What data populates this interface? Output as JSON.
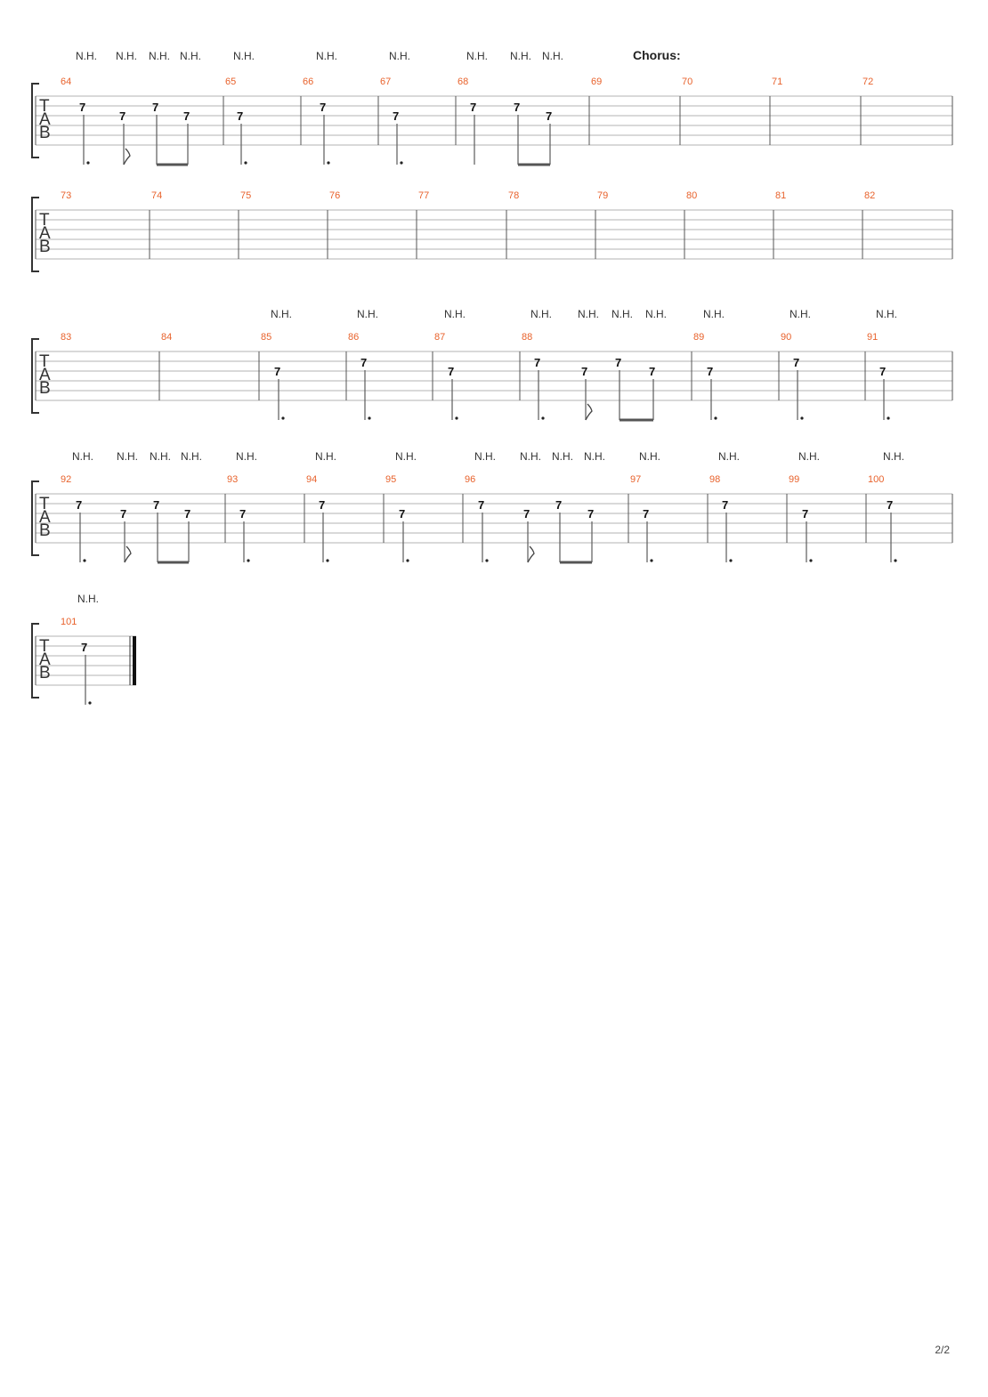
{
  "page": {
    "number": "2/2"
  },
  "tuning_label": [
    "T",
    "A",
    "B"
  ],
  "systems": [
    {
      "section_label": "Chorus:",
      "measures": [
        {
          "number": "64",
          "notes": [
            {
              "fret": "7",
              "nh": true,
              "dur": "qd"
            },
            {
              "fret": "7",
              "nh": true,
              "dur": "e"
            },
            {
              "fret": "7",
              "nh": true,
              "dur": "b"
            },
            {
              "fret": "7",
              "nh": true,
              "dur": "b"
            }
          ]
        },
        {
          "number": "65",
          "notes": [
            {
              "fret": "7",
              "nh": true,
              "dur": "qd"
            }
          ]
        },
        {
          "number": "66",
          "notes": [
            {
              "fret": "7",
              "nh": true,
              "dur": "qd"
            }
          ]
        },
        {
          "number": "67",
          "notes": [
            {
              "fret": "7",
              "nh": true,
              "dur": "qd"
            }
          ]
        },
        {
          "number": "68",
          "notes": [
            {
              "fret": "7",
              "nh": true,
              "dur": "q"
            },
            {
              "fret": "7",
              "nh": true,
              "dur": "b"
            },
            {
              "fret": "7",
              "nh": true,
              "dur": "b"
            }
          ]
        },
        {
          "number": "69",
          "notes": []
        },
        {
          "number": "70",
          "notes": []
        },
        {
          "number": "71",
          "notes": []
        },
        {
          "number": "72",
          "notes": []
        }
      ]
    },
    {
      "section_label": "",
      "measures": [
        {
          "number": "73",
          "notes": []
        },
        {
          "number": "74",
          "notes": []
        },
        {
          "number": "75",
          "notes": []
        },
        {
          "number": "76",
          "notes": []
        },
        {
          "number": "77",
          "notes": []
        },
        {
          "number": "78",
          "notes": []
        },
        {
          "number": "79",
          "notes": []
        },
        {
          "number": "80",
          "notes": []
        },
        {
          "number": "81",
          "notes": []
        },
        {
          "number": "82",
          "notes": []
        }
      ]
    },
    {
      "section_label": "",
      "measures": [
        {
          "number": "83",
          "notes": []
        },
        {
          "number": "84",
          "notes": []
        },
        {
          "number": "85",
          "notes": [
            {
              "fret": "7",
              "nh": true,
              "dur": "qd"
            }
          ]
        },
        {
          "number": "86",
          "notes": [
            {
              "fret": "7",
              "nh": true,
              "dur": "qd"
            }
          ]
        },
        {
          "number": "87",
          "notes": [
            {
              "fret": "7",
              "nh": true,
              "dur": "qd"
            }
          ]
        },
        {
          "number": "88",
          "notes": [
            {
              "fret": "7",
              "nh": true,
              "dur": "qd"
            },
            {
              "fret": "7",
              "nh": true,
              "dur": "e"
            },
            {
              "fret": "7",
              "nh": true,
              "dur": "b"
            },
            {
              "fret": "7",
              "nh": true,
              "dur": "b"
            }
          ]
        },
        {
          "number": "89",
          "notes": [
            {
              "fret": "7",
              "nh": true,
              "dur": "qd"
            }
          ]
        },
        {
          "number": "90",
          "notes": [
            {
              "fret": "7",
              "nh": true,
              "dur": "qd"
            }
          ]
        },
        {
          "number": "91",
          "notes": [
            {
              "fret": "7",
              "nh": true,
              "dur": "qd"
            }
          ]
        }
      ]
    },
    {
      "section_label": "",
      "measures": [
        {
          "number": "92",
          "notes": [
            {
              "fret": "7",
              "nh": true,
              "dur": "qd"
            },
            {
              "fret": "7",
              "nh": true,
              "dur": "e"
            },
            {
              "fret": "7",
              "nh": true,
              "dur": "b"
            },
            {
              "fret": "7",
              "nh": true,
              "dur": "b"
            }
          ]
        },
        {
          "number": "93",
          "notes": [
            {
              "fret": "7",
              "nh": true,
              "dur": "qd"
            }
          ]
        },
        {
          "number": "94",
          "notes": [
            {
              "fret": "7",
              "nh": true,
              "dur": "qd"
            }
          ]
        },
        {
          "number": "95",
          "notes": [
            {
              "fret": "7",
              "nh": true,
              "dur": "qd"
            }
          ]
        },
        {
          "number": "96",
          "notes": [
            {
              "fret": "7",
              "nh": true,
              "dur": "qd"
            },
            {
              "fret": "7",
              "nh": true,
              "dur": "e"
            },
            {
              "fret": "7",
              "nh": true,
              "dur": "b"
            },
            {
              "fret": "7",
              "nh": true,
              "dur": "b"
            }
          ]
        },
        {
          "number": "97",
          "notes": [
            {
              "fret": "7",
              "nh": true,
              "dur": "qd"
            }
          ]
        },
        {
          "number": "98",
          "notes": [
            {
              "fret": "7",
              "nh": true,
              "dur": "qd"
            }
          ]
        },
        {
          "number": "99",
          "notes": [
            {
              "fret": "7",
              "nh": true,
              "dur": "qd"
            }
          ]
        },
        {
          "number": "100",
          "notes": [
            {
              "fret": "7",
              "nh": true,
              "dur": "qd"
            }
          ]
        }
      ]
    },
    {
      "section_label": "",
      "final_barline": true,
      "measures": [
        {
          "number": "101",
          "notes": [
            {
              "fret": "7",
              "nh": true,
              "dur": "qd"
            }
          ]
        }
      ]
    }
  ],
  "nh_label": "N.H."
}
